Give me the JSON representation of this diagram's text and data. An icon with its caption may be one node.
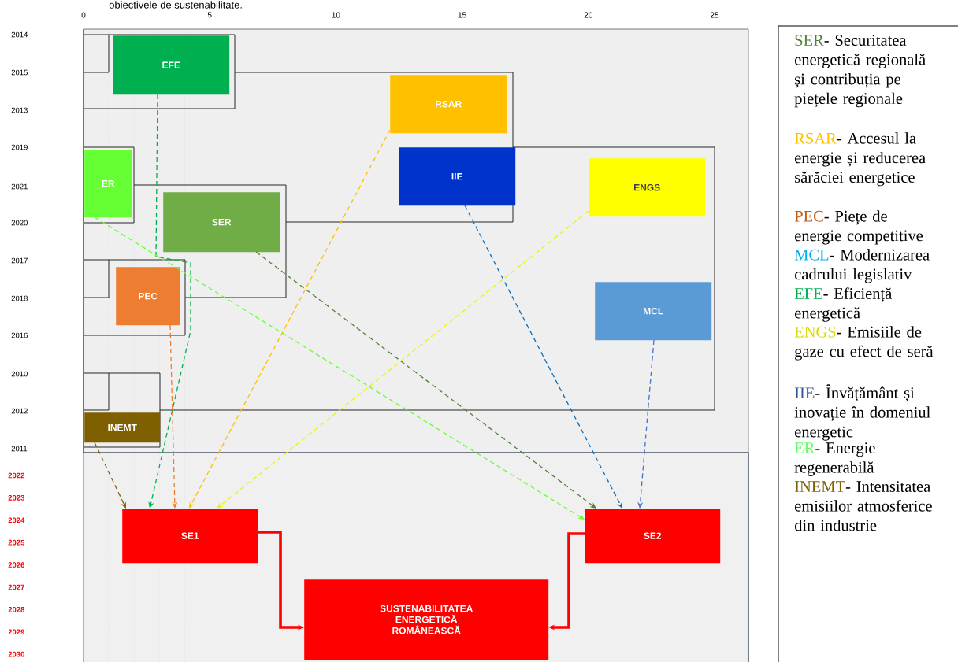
{
  "diagram": {
    "nodes": [
      {
        "text": [
          "EFE"
        ]
      },
      {
        "text": [
          "RSAR"
        ]
      },
      {
        "text": [
          "ER"
        ]
      },
      {
        "text": [
          "SER"
        ]
      },
      {
        "text": [
          "IIE"
        ]
      },
      {
        "text": [
          "ENGS"
        ]
      },
      {
        "text": [
          "PEC"
        ]
      },
      {
        "text": [
          "MCL"
        ]
      },
      {
        "text": [
          "INEMT"
        ]
      },
      {
        "text": [
          "SE1"
        ]
      },
      {
        "text": [
          "SE2"
        ]
      },
      {
        "text": [
          "SUSTENABILITATEA ENERGETICĂ ROMÂNEASCĂ"
        ]
      }
    ],
    "edges": [
      {
        "from": 8,
        "to": 9,
        "arrow": "to",
        "style": "dashed",
        "color": "#7f6000"
      },
      {
        "from": 0,
        "to": 9,
        "arrow": "to",
        "style": "dashed",
        "color": "#00b050"
      },
      {
        "from": 6,
        "to": 9,
        "arrow": "to",
        "style": "dashed",
        "color": "#ed7d31"
      },
      {
        "from": 1,
        "to": 9,
        "arrow": "to",
        "style": "dashed",
        "color": "#ffc000"
      },
      {
        "from": 5,
        "to": 9,
        "arrow": "to",
        "style": "dashed",
        "color": "#f2f200"
      },
      {
        "from": 2,
        "to": 10,
        "arrow": "to",
        "style": "dashed",
        "color": "#66ff33"
      },
      {
        "from": 3,
        "to": 10,
        "arrow": "to",
        "style": "dashed",
        "color": "#548235"
      },
      {
        "from": 4,
        "to": 10,
        "arrow": "to",
        "style": "dashed",
        "color": "#0070c0"
      },
      {
        "from": 7,
        "to": 10,
        "arrow": "to",
        "style": "dashed",
        "color": "#4472c4"
      },
      {
        "from": 9,
        "to": 11,
        "arrow": "to",
        "style": "thick",
        "color": "#ff0000"
      },
      {
        "from": 10,
        "to": 11,
        "arrow": "to",
        "style": "thick",
        "color": "#ff0000"
      }
    ],
    "labels": [
      "obiectivele de sustenabilitate.",
      "0",
      "5",
      "10",
      "15",
      "20",
      "25",
      "2014",
      "2015",
      "2013",
      "2019",
      "2021",
      "2020",
      "2017",
      "2018",
      "2016",
      "2010",
      "2012",
      "2011",
      "2022",
      "2023",
      "2024",
      "2025",
      "2026",
      "2027",
      "2028",
      "2029",
      "2030",
      "SER",
      "RSAR",
      "PEC",
      "MCL",
      "EFE",
      "ENGS",
      "IIE",
      "ER",
      "INEMT"
    ],
    "legend": [
      {
        "text": "- Securitatea energetică regională și contribuția pe piețele regionale",
        "color": "#548235"
      },
      {
        "text": "- Accesul la energie și reducerea sărăciei energetice",
        "color": "#ffc000"
      },
      {
        "text": "- Piețe de energie competitive",
        "color": "#c55a11"
      },
      {
        "text": "- Modernizarea cadrului legislativ",
        "color": "#00b0f0"
      },
      {
        "text": "- Eficiență energetică",
        "color": "#00b050"
      },
      {
        "text": "- Emisiile de gaze cu efect de seră",
        "color": "#d9d900"
      },
      {
        "text": "- Învățământ și inovație în domeniul energetic",
        "color": "#2f5496"
      },
      {
        "text": "- Energie regenerabilă",
        "color": "#66ff66"
      },
      {
        "text": "- Intensitatea emisiilor atmosferice din industrie",
        "color": "#7f6000"
      }
    ]
  }
}
